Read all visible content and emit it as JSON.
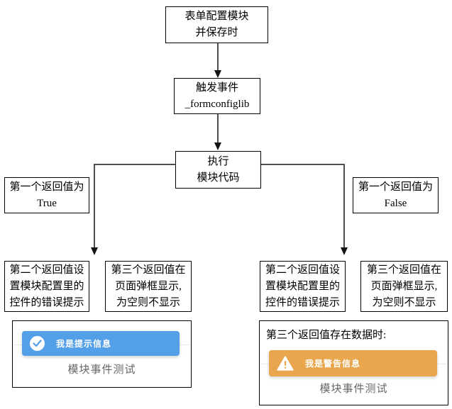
{
  "colors": {
    "info_blue": "#54a0e8",
    "warning_orange": "#e9a64d",
    "caption_gray": "#666666",
    "connector": "#4f4f4f"
  },
  "flowchart": {
    "start": {
      "line1": "表单配置模块",
      "line2": "并保存时"
    },
    "trigger": {
      "line1": "触发事件",
      "line2": "_formconfiglib"
    },
    "execute": {
      "line1": "执行",
      "line2": "模块代码"
    },
    "true_label": {
      "line1": "第一个返回值为",
      "line2": "True"
    },
    "false_label": {
      "line1": "第一个返回值为",
      "line2": "False"
    },
    "left_second_return": {
      "line1": "第二个返回值设",
      "line2": "置模块配置里的",
      "line3": "控件的错误提示"
    },
    "left_third_return": {
      "line1": "第三个返回值在",
      "line2": "页面弹框显示,",
      "line3": "为空则不显示"
    },
    "right_second_return": {
      "line1": "第二个返回值设",
      "line2": "置模块配置里的",
      "line3": "控件的错误提示"
    },
    "right_third_return": {
      "line1": "第三个返回值在",
      "line2": "页面弹框显示,",
      "line3": "为空则不显示"
    }
  },
  "preview_left": {
    "toast_text": "我是提示信息",
    "toast_icon": "check-circle-icon",
    "caption": "模块事件测试"
  },
  "preview_right": {
    "note": "第三个返回值存在数据时:",
    "toast_text": "我是警告信息",
    "toast_icon": "warning-triangle-icon",
    "caption": "模块事件测试"
  }
}
